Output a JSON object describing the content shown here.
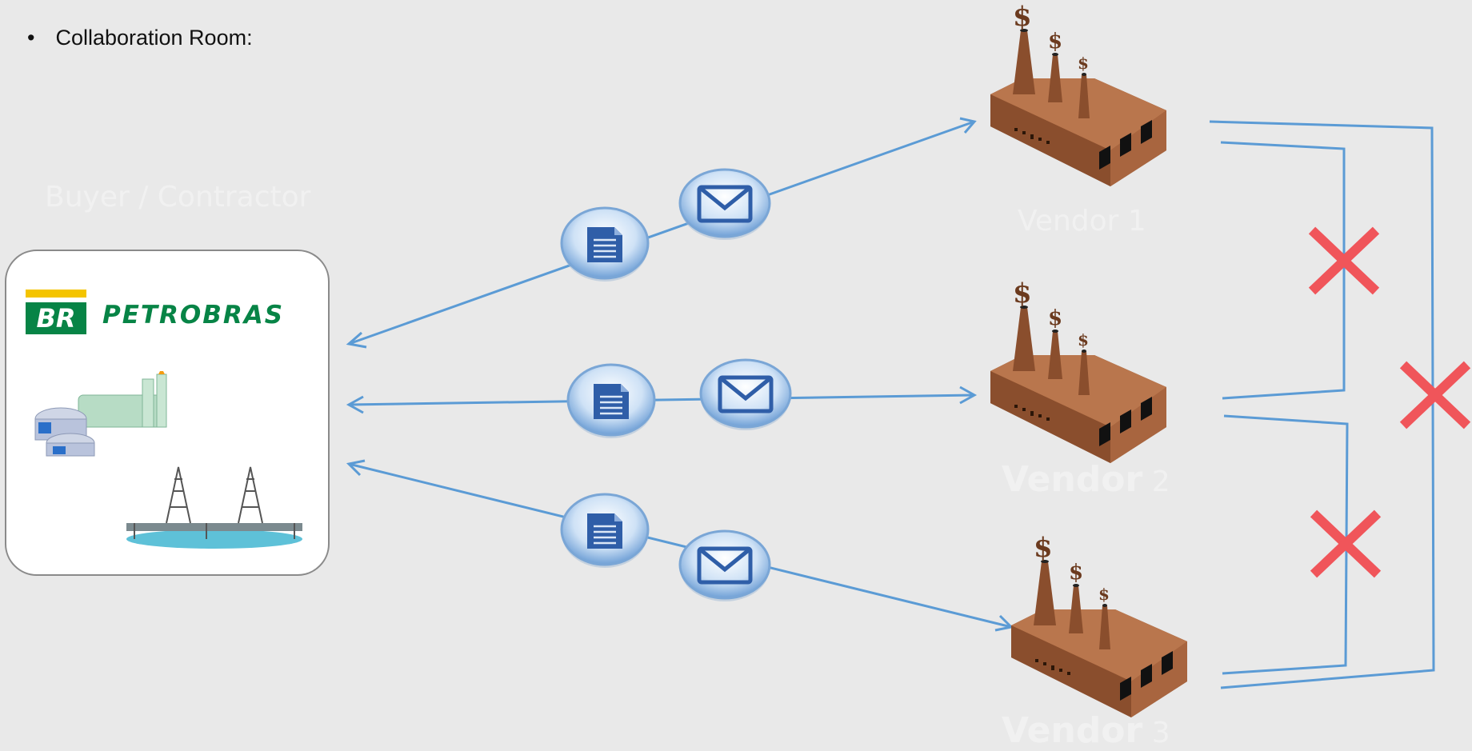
{
  "slide": {
    "bullet_char": "•",
    "heading": "Collaboration Room:"
  },
  "buyer": {
    "label": "Buyer / Contractor",
    "brand_mark": "BR",
    "brand_name": "PETROBRAS"
  },
  "vendors": [
    {
      "label_bold": "",
      "label": "Vendor 1"
    },
    {
      "label_bold": "Vendor",
      "label": " 2"
    },
    {
      "label_bold": "Vendor",
      "label": " 3"
    }
  ],
  "colors": {
    "arrow": "#5b9bd5",
    "cross": "#f0555a",
    "factory": "#a9643d",
    "brand_green": "#078446",
    "brand_yellow": "#f4c400"
  },
  "icons": [
    "document-icon",
    "envelope-icon",
    "factory-icon",
    "cross-icon"
  ]
}
